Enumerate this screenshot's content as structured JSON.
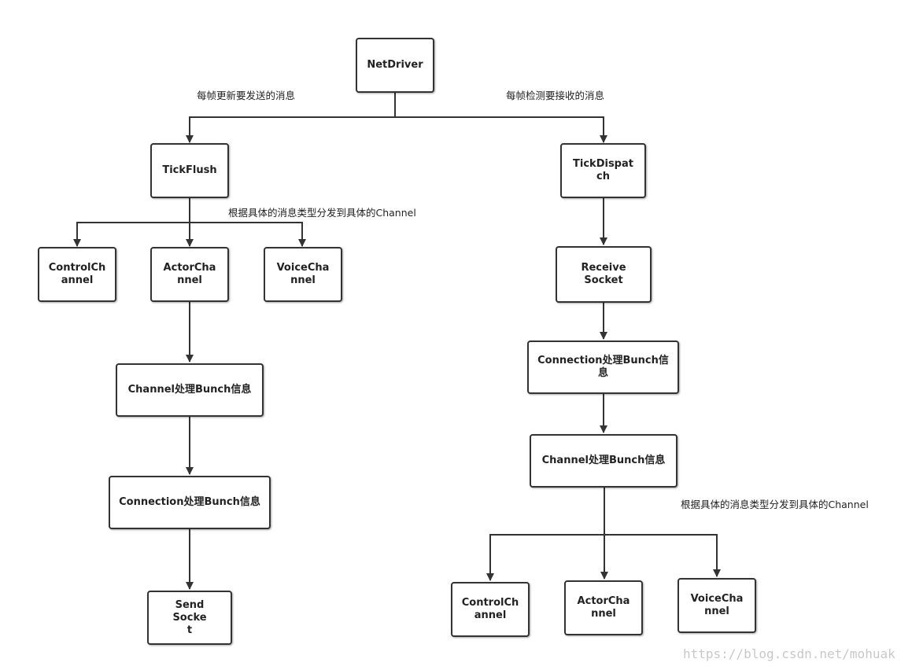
{
  "nodes": {
    "netdriver": "NetDriver",
    "tickflush": "TickFlush",
    "tickdispatch": "TickDispatch",
    "left_control_channel": "ControlChannel",
    "left_actor_channel": "ActorChannel",
    "left_voice_channel": "VoiceChannel",
    "left_channel_bunch": "Channel处理Bunch信息",
    "left_connection_bunch": "Connection处理Bunch信息",
    "send_socket": "Send Socket",
    "receive_socket": "Receive Socket",
    "right_connection_bunch": "Connection处理Bunch信息",
    "right_channel_bunch": "Channel处理Bunch信息",
    "right_control_channel": "ControlChannel",
    "right_actor_channel": "ActorChannel",
    "right_voice_channel": "VoiceChannel"
  },
  "labels": {
    "send_per_frame": "每帧更新要发送的消息",
    "receive_per_frame": "每帧检测要接收的消息",
    "dispatch_left": "根据具体的消息类型分发到具体的Channel",
    "dispatch_right": "根据具体的消息类型分发到具体的Channel"
  },
  "watermark": "https://blog.csdn.net/mohuak",
  "colors": {
    "stroke": "#333333",
    "text": "#222222",
    "watermark": "#c8c8c8"
  }
}
